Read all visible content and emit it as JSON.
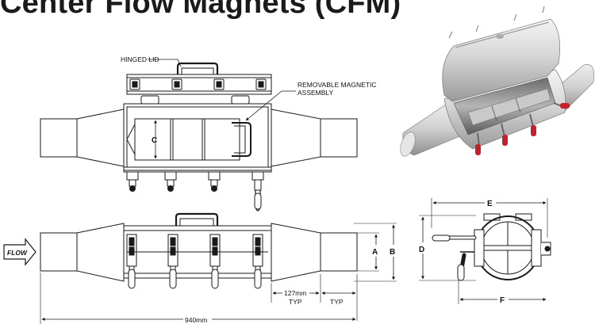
{
  "title": "Center Flow Magnets (CFM)",
  "labels": {
    "hinged_lid": "HINGED LID",
    "removable_line1": "REMOVABLE MAGNETIC",
    "removable_line2": "ASSEMBLY",
    "flow": "FLOW"
  },
  "dimensions": {
    "a": "A",
    "b": "B",
    "c": "C",
    "d": "D",
    "e": "E",
    "f": "F",
    "length_127": "127mm",
    "typ1": "TYP",
    "typ2": "TYP",
    "length_940": "940mm"
  },
  "colors": {
    "line": "#1a1a1a",
    "steel": "#c9c9c9",
    "steel_dark": "#8a8a8a",
    "clamp_red": "#c8202a"
  }
}
